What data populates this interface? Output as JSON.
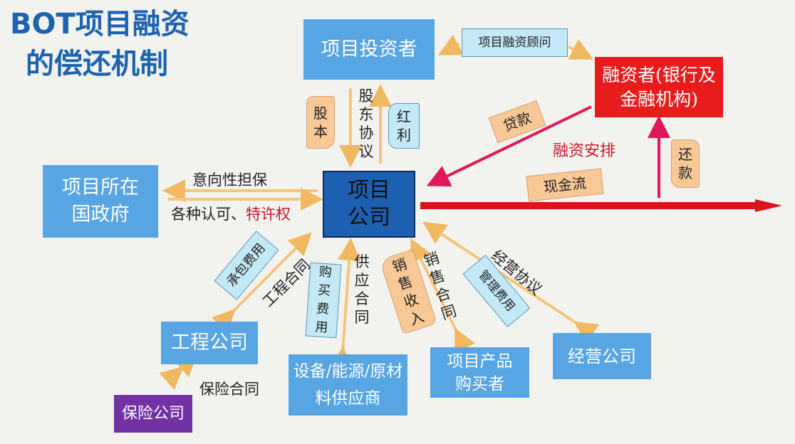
{
  "title": {
    "line1": "BOT项目融资",
    "line2": "的偿还机制"
  },
  "nodes": {
    "investor": "项目投资者",
    "financier": "融资者(银行及金融机构)",
    "company": "项目公司",
    "government": "项目所在国政府",
    "engineering": "工程公司",
    "insurance": "保险公司",
    "supplier": "设备/能源/原材料供应商",
    "buyer": "项目产品购买者",
    "operator": "经营公司"
  },
  "labels": {
    "advisor": "项目融资顾问",
    "equity": "股本",
    "shareholder_agreement": "股东协议",
    "dividend": "红利",
    "loan": "贷款",
    "financing_arrangement": "融资安排",
    "repayment": "还款",
    "cash_flow": "现金流",
    "guarantee": "意向性担保",
    "permits": "各种认可、",
    "franchise": "特许权",
    "contract_fee": "承包费用",
    "engineering_contract": "工程合同",
    "purchase_fee": "购买费用",
    "supply_contract": "供应合同",
    "sales_revenue": "销售收入",
    "sales_contract": "销售合同",
    "management_fee": "管理费用",
    "operation_agreement": "经营协议",
    "insurance_contract": "保险合同"
  },
  "colors": {
    "box": "#58a5e3",
    "company": "#1d5fb0",
    "financier": "#e81c1c",
    "insurance": "#7231a4",
    "arrow": "#f5c57d",
    "pink": "#e0175a",
    "title": "#1c63b0"
  }
}
